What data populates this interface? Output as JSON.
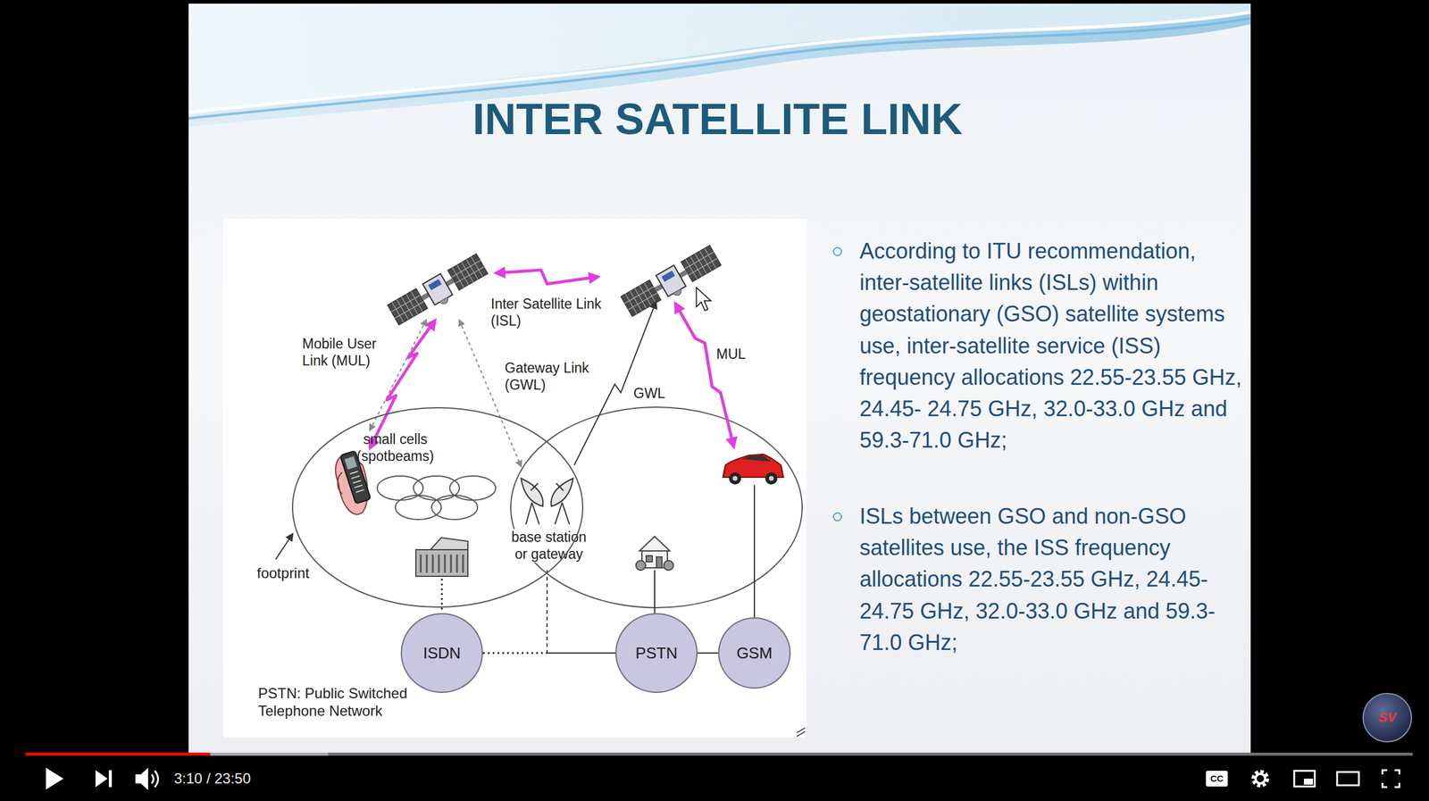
{
  "diagram": {
    "title": "INTER SATELLITE LINK",
    "nodes": [
      {
        "text": [
          "small cells (spotbeams)"
        ]
      },
      {
        "text": [
          "ISDN"
        ]
      },
      {
        "text": [
          "PSTN"
        ]
      },
      {
        "text": [
          "GSM"
        ]
      }
    ],
    "edges": [
      {
        "from": 1,
        "to": 2,
        "arrow": "none"
      },
      {
        "from": 2,
        "to": 3,
        "arrow": "none"
      }
    ],
    "labels": [
      "Inter Satellite Link (ISL)",
      "Mobile User Link (MUL)",
      "Gateway Link (GWL)",
      "GWL",
      "MUL",
      "base station or gateway",
      "footprint",
      "PSTN: Public Switched Telephone Network",
      "According to ITU recommendation, inter-satellite links (ISLs) within geostationary (GSO) satellite systems use, inter-satellite service (ISS) frequency allocations 22.55-23.55 GHz, 24.45- 24.75 GHz, 32.0-33.0 GHz and 59.3-71.0 GHz;",
      "ISLs between GSO and non-GSO satellites use, the ISS frequency allocations 22.55-23.55 GHz, 24.45-24.75 GHz, 32.0-33.0 GHz and 59.3-71.0 GHz;",
      "3:10 / 23:50",
      "CC",
      "SV"
    ]
  }
}
